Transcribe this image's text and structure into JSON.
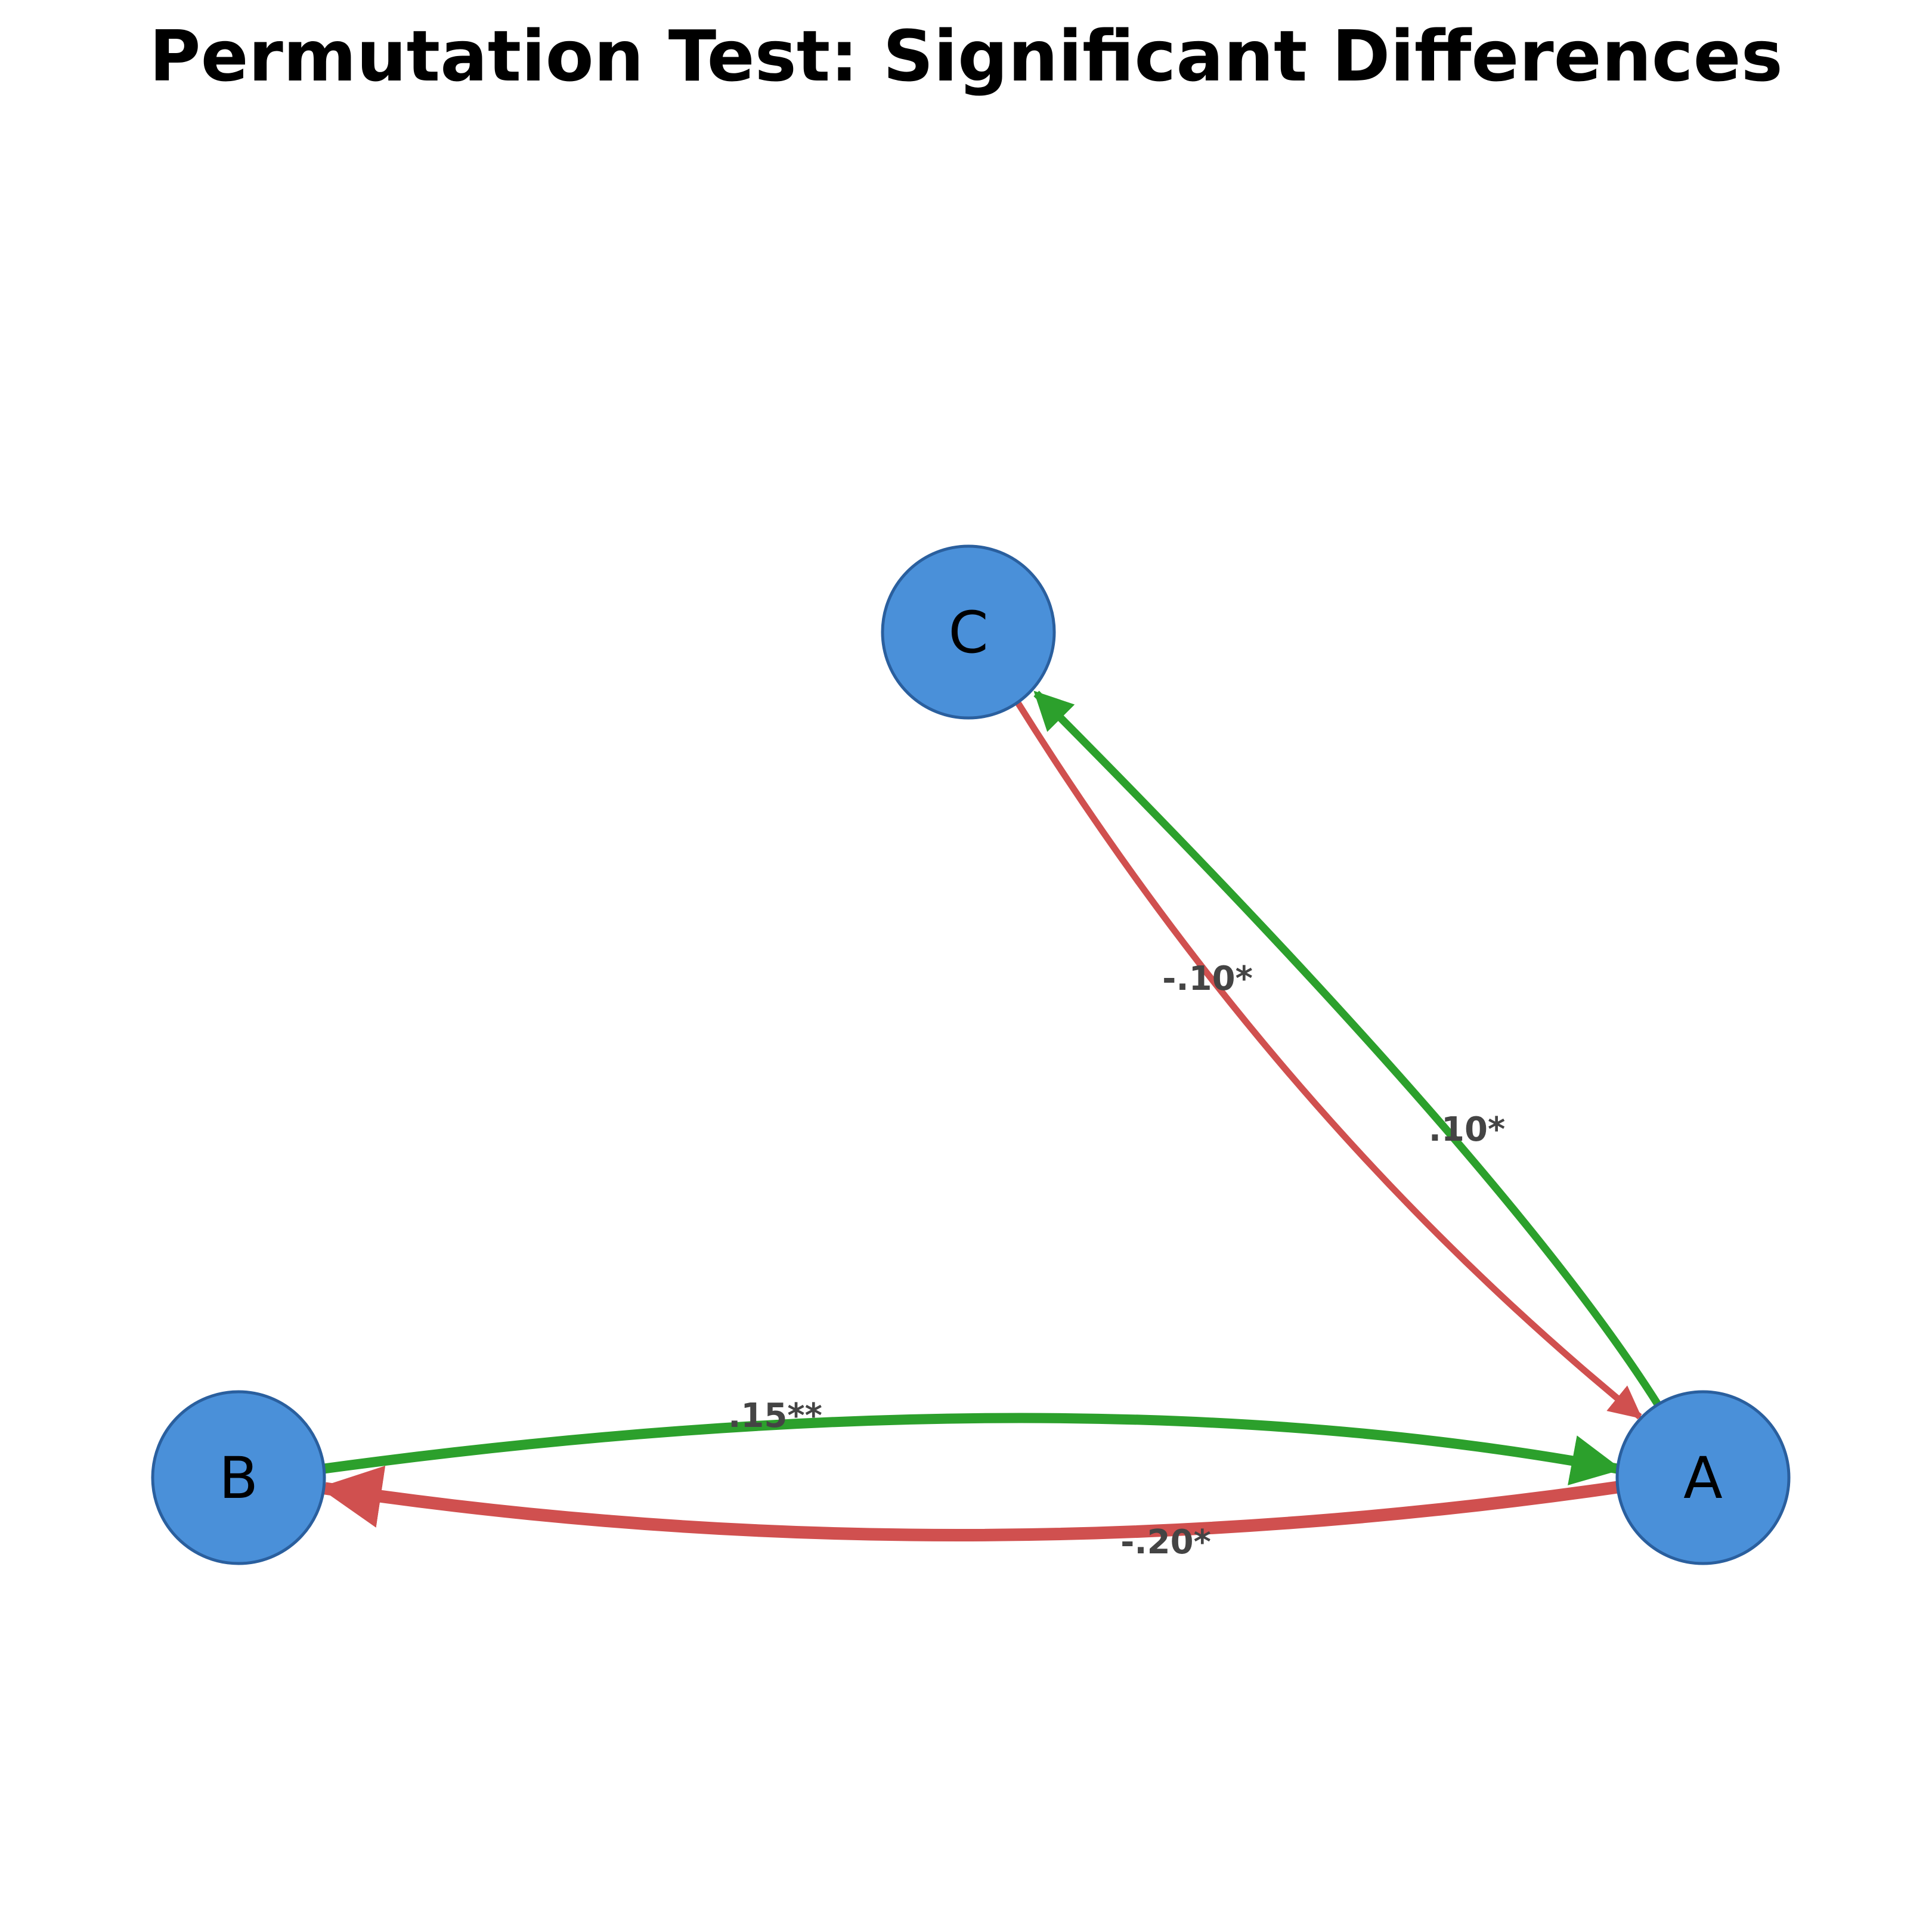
{
  "title": "Permutation Test: Significant Differences",
  "colors": {
    "node_fill": "#4a90d9",
    "node_stroke": "#2a5f9e",
    "positive_edge": "#2ca02c",
    "negative_edge": "#d0504f",
    "label_text": "#444444"
  },
  "nodes": [
    {
      "id": "A",
      "label": "A"
    },
    {
      "id": "B",
      "label": "B"
    },
    {
      "id": "C",
      "label": "C"
    }
  ],
  "edges": [
    {
      "from": "A",
      "to": "C",
      "label": ".10*",
      "sign": "positive"
    },
    {
      "from": "C",
      "to": "A",
      "label": "-.10*",
      "sign": "negative"
    },
    {
      "from": "B",
      "to": "A",
      "label": ".15**",
      "sign": "positive"
    },
    {
      "from": "A",
      "to": "B",
      "label": "-.20*",
      "sign": "negative"
    }
  ]
}
